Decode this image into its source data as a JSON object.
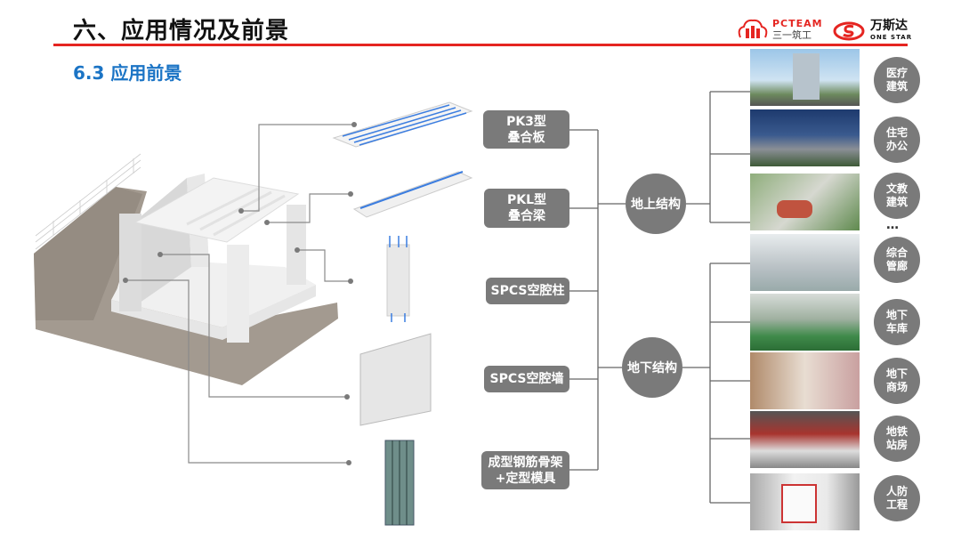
{
  "header": {
    "title": "六、应用情况及前景",
    "subtitle": "6.3 应用前景"
  },
  "logos": {
    "pcteam": {
      "name": "PCTEAM",
      "cn": "三一筑工"
    },
    "onestar": {
      "cn": "万斯达",
      "en": "ONE STAR"
    }
  },
  "colors": {
    "accent_red": "#e52521",
    "title_blue": "#1b74c5",
    "node_gray": "#7a7a7a"
  },
  "components": [
    {
      "line1": "PK3型",
      "line2": "叠合板"
    },
    {
      "line1": "PKL型",
      "line2": "叠合梁"
    },
    {
      "line1": "SPCS空腔柱",
      "line2": ""
    },
    {
      "line1": "SPCS空腔墙",
      "line2": ""
    },
    {
      "line1": "成型钢筋骨架",
      "line2": "+定型模具"
    }
  ],
  "categories": {
    "above": "地上结构",
    "below": "地下结构"
  },
  "applications": [
    {
      "l1": "医疗",
      "l2": "建筑"
    },
    {
      "l1": "住宅",
      "l2": "办公"
    },
    {
      "l1": "文教",
      "l2": "建筑"
    },
    {
      "l1": "综合",
      "l2": "管廊"
    },
    {
      "l1": "地下",
      "l2": "车库"
    },
    {
      "l1": "地下",
      "l2": "商场"
    },
    {
      "l1": "地铁",
      "l2": "站房"
    },
    {
      "l1": "人防",
      "l2": "工程"
    }
  ],
  "ellipsis": "…"
}
